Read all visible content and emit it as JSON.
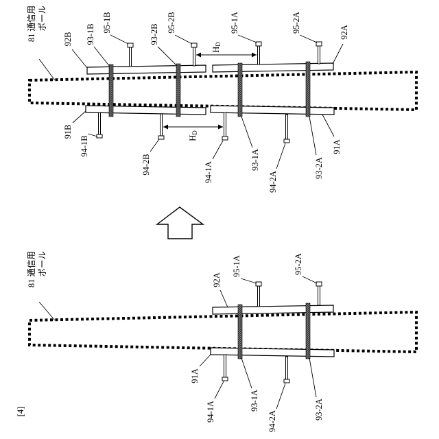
{
  "figure_label": "[4]",
  "colors": {
    "ink": "#000000",
    "band_fill": "#9a9a9a"
  },
  "after": {
    "pole_line1": "81 通信用",
    "pole_line2": "ポール",
    "spacing": {
      "main": "H",
      "sub": "D"
    },
    "labels": {
      "plate_92B": "92B",
      "band_93_1B": "93-1B",
      "bolt_95_1B": "95-1B",
      "band_93_2B": "93-2B",
      "bolt_95_2B": "95-2B",
      "bolt_95_1A": "95-1A",
      "bolt_95_2A": "95-2A",
      "plate_92A": "92A",
      "plate_91B": "91B",
      "bolt_94_1B": "94-1B",
      "bolt_94_2B": "94-2B",
      "bolt_94_1A": "94-1A",
      "band_93_1A": "93-1A",
      "bolt_94_2A": "94-2A",
      "band_93_2A": "93-2A",
      "plate_91A": "91A"
    }
  },
  "before": {
    "pole_line1": "81 通信用",
    "pole_line2": "ポール",
    "labels": {
      "plate_92A": "92A",
      "bolt_95_1A": "95-1A",
      "bolt_95_2A": "95-2A",
      "plate_91A": "91A",
      "bolt_94_1A": "94-1A",
      "band_93_1A": "93-1A",
      "bolt_94_2A": "94-2A",
      "band_93_2A": "93-2A"
    }
  }
}
